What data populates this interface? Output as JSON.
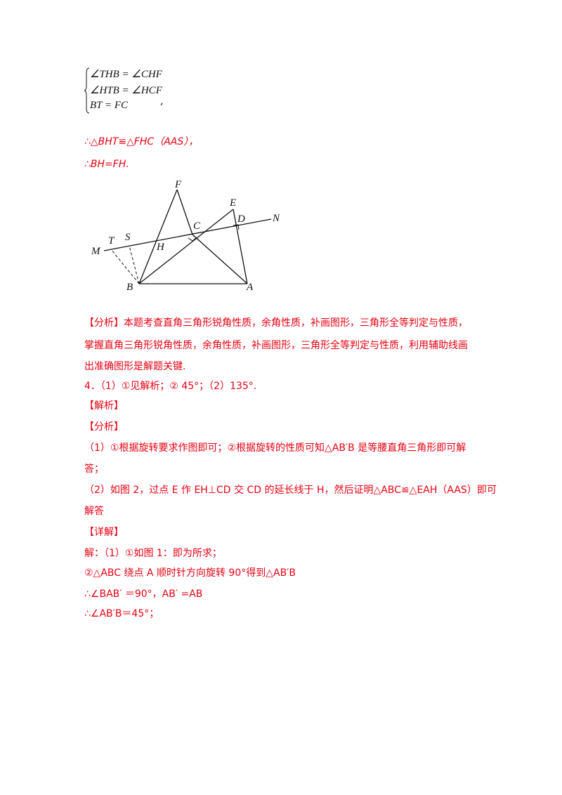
{
  "system": {
    "row1": "∠THB = ∠CHF",
    "row2": "∠HTB = ∠HCF",
    "row3": "BT = FC",
    "trail": ","
  },
  "conclusions": {
    "c1": "∴△BHT≌△FHC（AAS），",
    "c2": "∴BH=FH."
  },
  "figure_labels": {
    "F": "F",
    "E": "E",
    "D": "D",
    "N": "N",
    "C": "C",
    "T": "T",
    "S": "S",
    "M": "M",
    "H": "H",
    "B": "B",
    "A": "A"
  },
  "analysis1": {
    "line1": "【分析】本题考查直角三角形锐角性质，余角性质，补画图形，三角形全等判定与性质，",
    "line2": "掌握直角三角形锐角性质，余角性质，补画图形，三角形全等判定与性质，利用辅助线画",
    "line3": "出准确图形是解题关键."
  },
  "q4": {
    "answer": "4．（1）①见解析；② 45°；（2）135°.",
    "jiexi": "【解析】",
    "fenxi": "【分析】",
    "f1": "（1）①根据旋转要求作图即可；②根据旋转的性质可知△AB′B 是等腰直角三角形即可解",
    "f2": "答；",
    "f3": "（2）如图 2，过点 E 作 EH⊥CD 交 CD 的延长线于 H，然后证明△ABC≌△EAH（AAS）即可",
    "f4": "解答",
    "xiangjie": "【详解】",
    "d1": "解：（1）①如图 1：即为所求；",
    "d2": "②△ABC 绕点 A 顺时针方向旋转 90°得到△AB′B",
    "d3": "∴∠BAB′ ＝90°，AB′ =AB",
    "d4": "∴∠AB′B＝45°；"
  }
}
